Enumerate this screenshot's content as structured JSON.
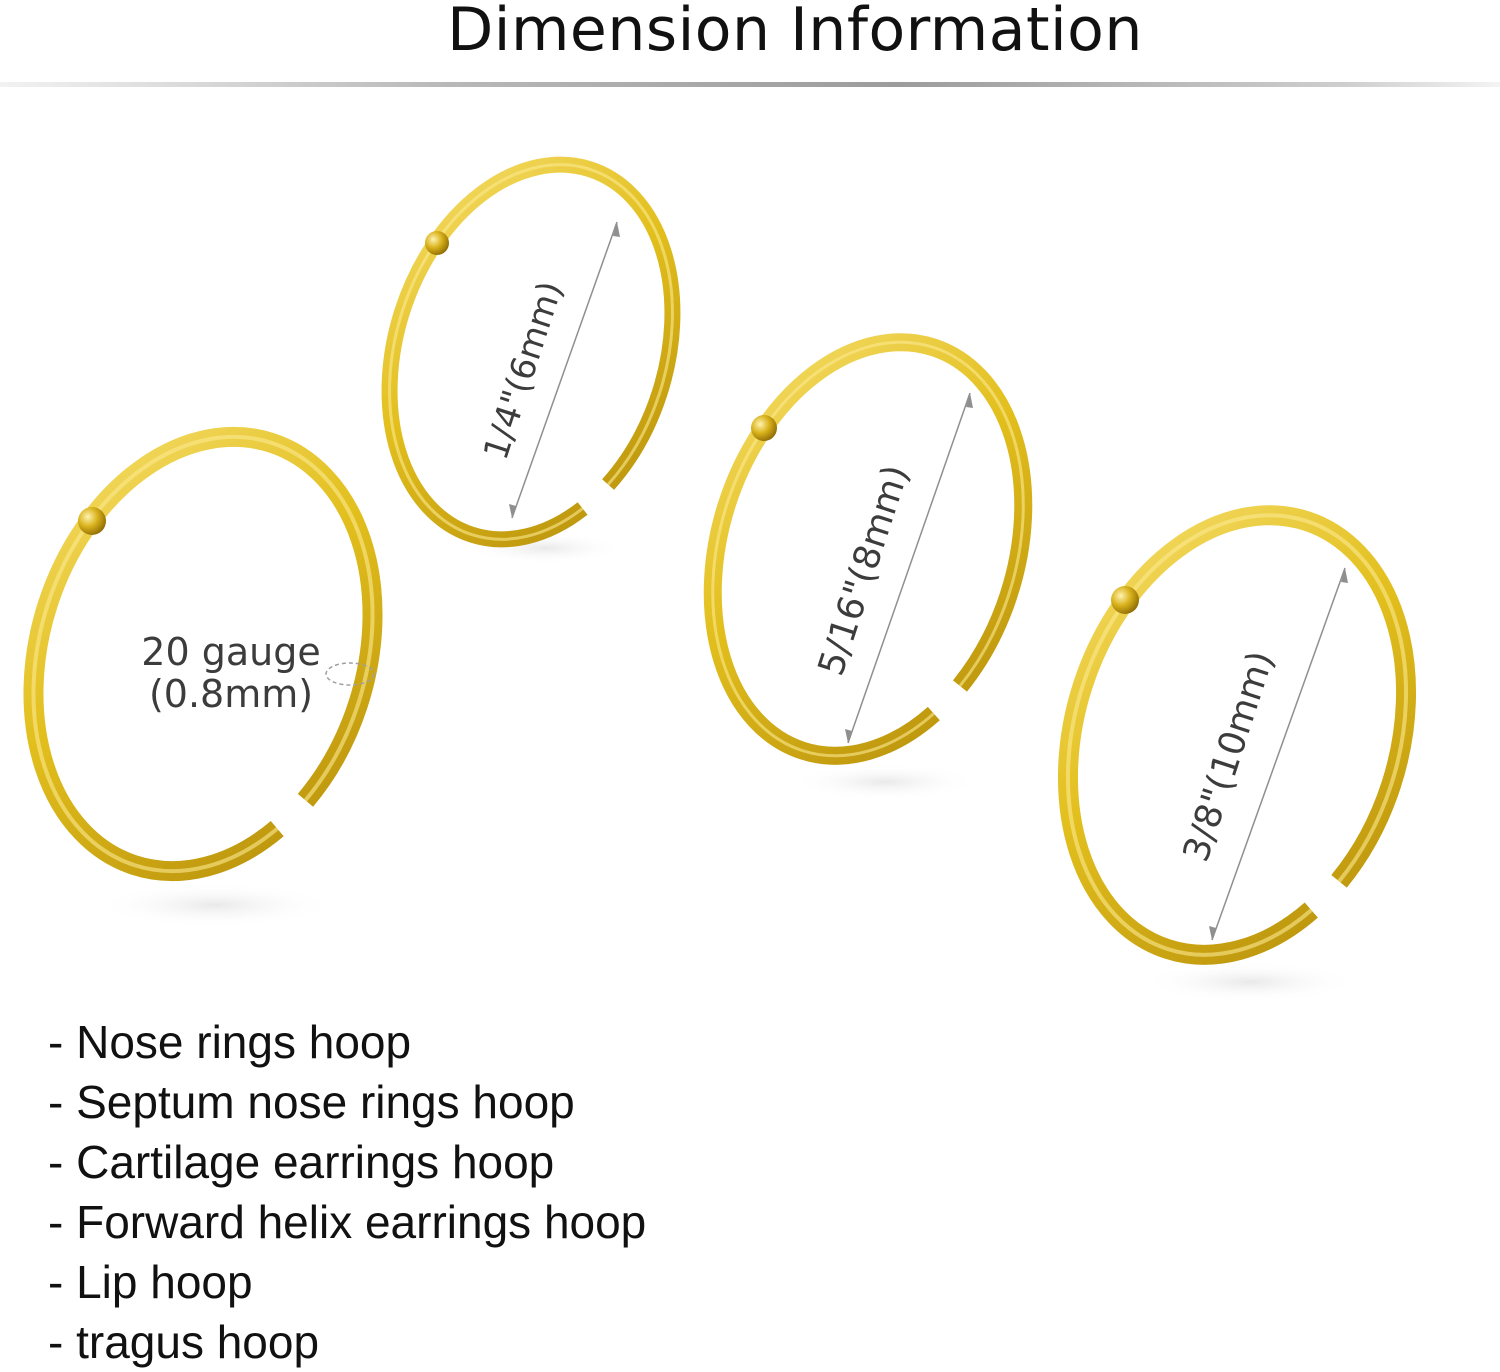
{
  "title": "Dimension Information",
  "gauge": {
    "line1": "20 gauge",
    "line2": "(0.8mm)"
  },
  "sizes": [
    {
      "label": "1/4\"(6mm)"
    },
    {
      "label": "5/16\"(8mm)"
    },
    {
      "label": "3/8\"(10mm)"
    }
  ],
  "uses": [
    "- Nose rings hoop",
    "- Septum nose rings hoop",
    "- Cartilage earrings hoop",
    "- Forward helix earrings hoop",
    "- Lip hoop",
    "- tragus hoop"
  ],
  "colors": {
    "gold": "#e2bf1d",
    "gold_dark": "#b18a08",
    "gold_light": "#f8e27a",
    "text": "#111111",
    "dimension_line": "#8f8f8f"
  }
}
